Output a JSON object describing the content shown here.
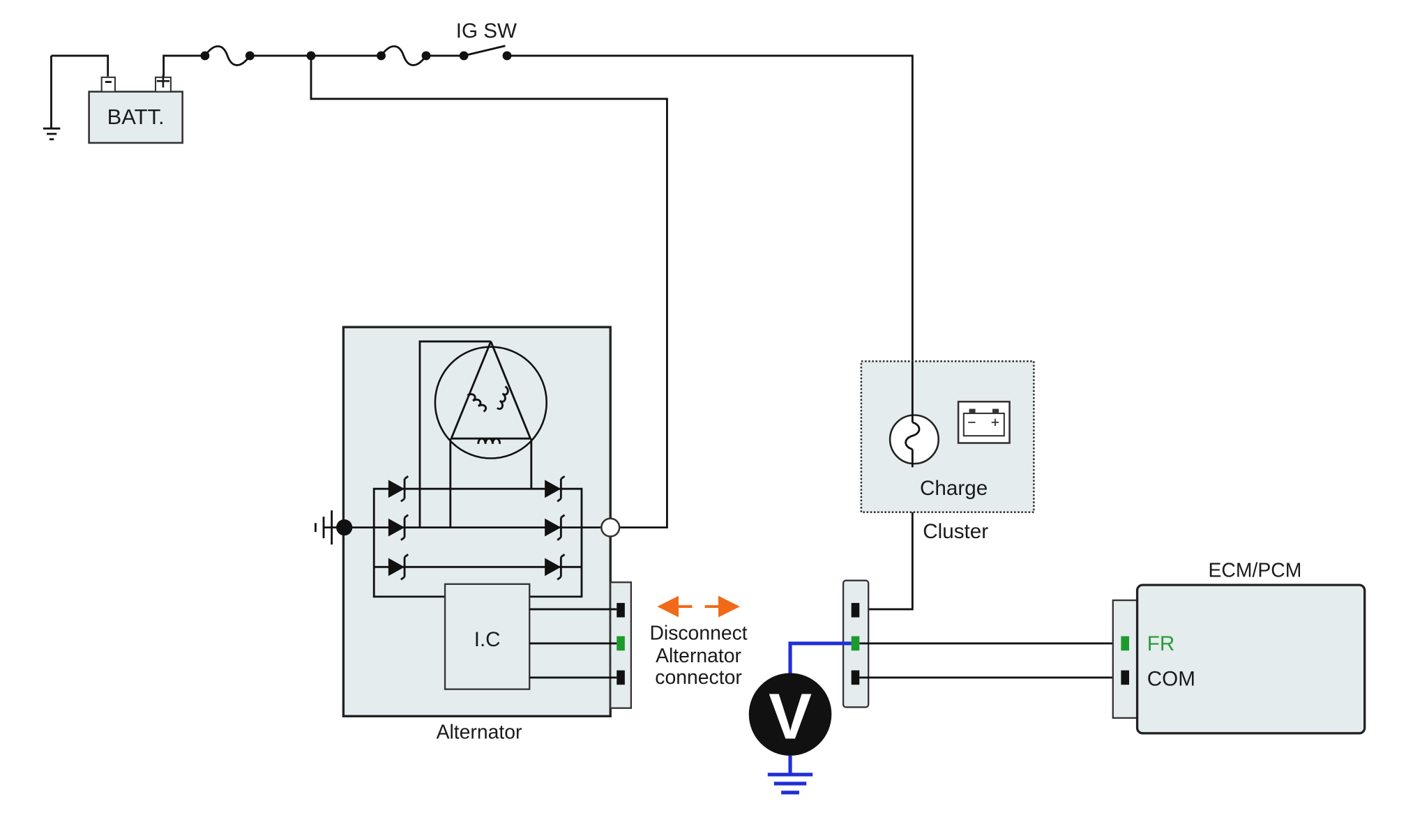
{
  "labels": {
    "ig_sw": "IG SW",
    "battery": "BATT.",
    "battery_minus": "-",
    "battery_plus": "+",
    "alternator_ic": "I.C",
    "alternator": "Alternator",
    "charge": "Charge",
    "cluster": "Cluster",
    "ecm": "ECM/PCM",
    "fr": "FR",
    "com": "COM",
    "disconnect_line1": "Disconnect",
    "disconnect_line2": "Alternator",
    "disconnect_line3": "connector",
    "voltmeter": "V"
  },
  "colors": {
    "box_fill": "#e4ecee",
    "wire": "#111111",
    "probe_wire": "#1f2fd6",
    "green_pin": "#1c9a2c",
    "arrow": "#f06a1a",
    "fr_text": "#2e9a3a"
  },
  "icons": [
    "fuse-icon",
    "switch-icon",
    "ground-icon",
    "bulb-icon",
    "battery-warning-icon",
    "diode-icon",
    "coil-icon",
    "voltmeter-icon"
  ]
}
